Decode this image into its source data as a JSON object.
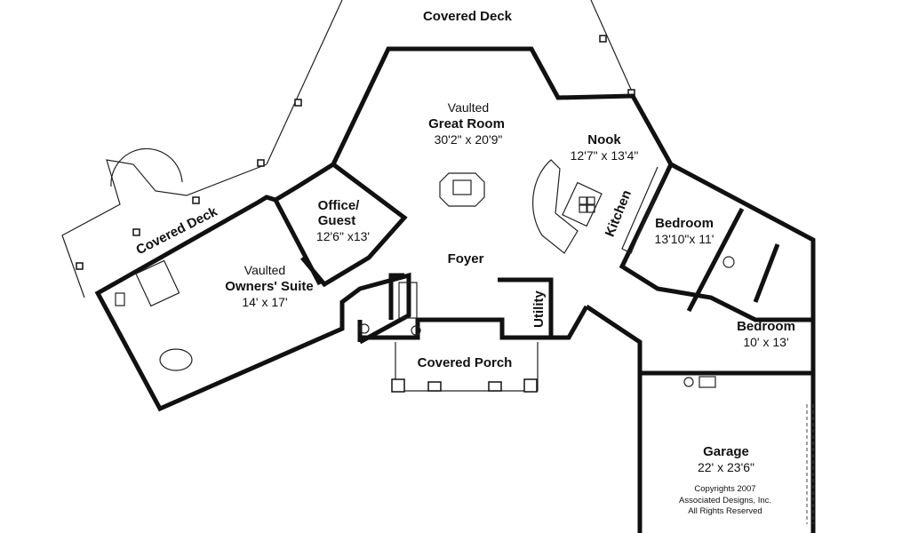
{
  "rooms": {
    "covered_deck_top": {
      "name": "Covered Deck"
    },
    "great_room": {
      "prefix": "Vaulted",
      "name": "Great Room",
      "size": "30'2\" x 20'9\""
    },
    "nook": {
      "name": "Nook",
      "size": "12'7\" x 13'4\""
    },
    "kitchen": {
      "name": "Kitchen"
    },
    "office": {
      "name_line1": "Office/",
      "name_line2": "Guest",
      "size": "12'6\" x13'"
    },
    "covered_deck_left": {
      "name": "Covered Deck"
    },
    "owners_suite": {
      "prefix": "Vaulted",
      "name": "Owners' Suite",
      "size": "14' x 17'"
    },
    "foyer": {
      "name": "Foyer"
    },
    "utility": {
      "name": "Utility"
    },
    "bedroom1": {
      "name": "Bedroom",
      "size": "13'10\"x 11'"
    },
    "bedroom2": {
      "name": "Bedroom",
      "size": "10' x 13'"
    },
    "covered_porch": {
      "name": "Covered Porch"
    },
    "garage": {
      "name": "Garage",
      "size": "22' x 23'6\""
    }
  },
  "copyright": {
    "line1": "Copyrights 2007",
    "line2": "Associated Designs, Inc.",
    "line3": "All Rights Reserved"
  }
}
